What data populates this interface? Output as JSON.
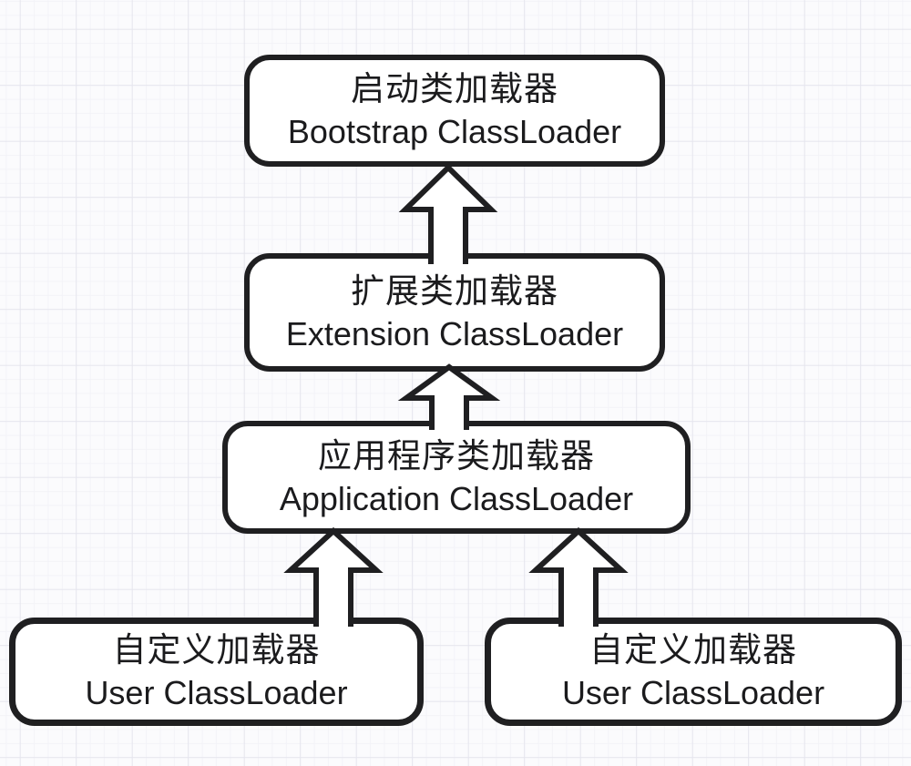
{
  "diagram": {
    "name": "java-classloader-hierarchy",
    "colors": {
      "background": "#fbfbfd",
      "grid_major": "#e6e6ee",
      "grid_minor": "#f3f3f8",
      "box_fill": "#ffffff",
      "box_border": "#1f1f21",
      "text": "#1b1b1d"
    }
  },
  "nodes": [
    {
      "zh": "启动类加载器",
      "en": "Bootstrap ClassLoader"
    },
    {
      "zh": "扩展类加载器",
      "en": "Extension ClassLoader"
    },
    {
      "zh": "应用程序类加载器",
      "en": "Application ClassLoader"
    },
    {
      "zh": "自定义加载器",
      "en": "User ClassLoader"
    },
    {
      "zh": "自定义加载器",
      "en": "User ClassLoader"
    }
  ]
}
